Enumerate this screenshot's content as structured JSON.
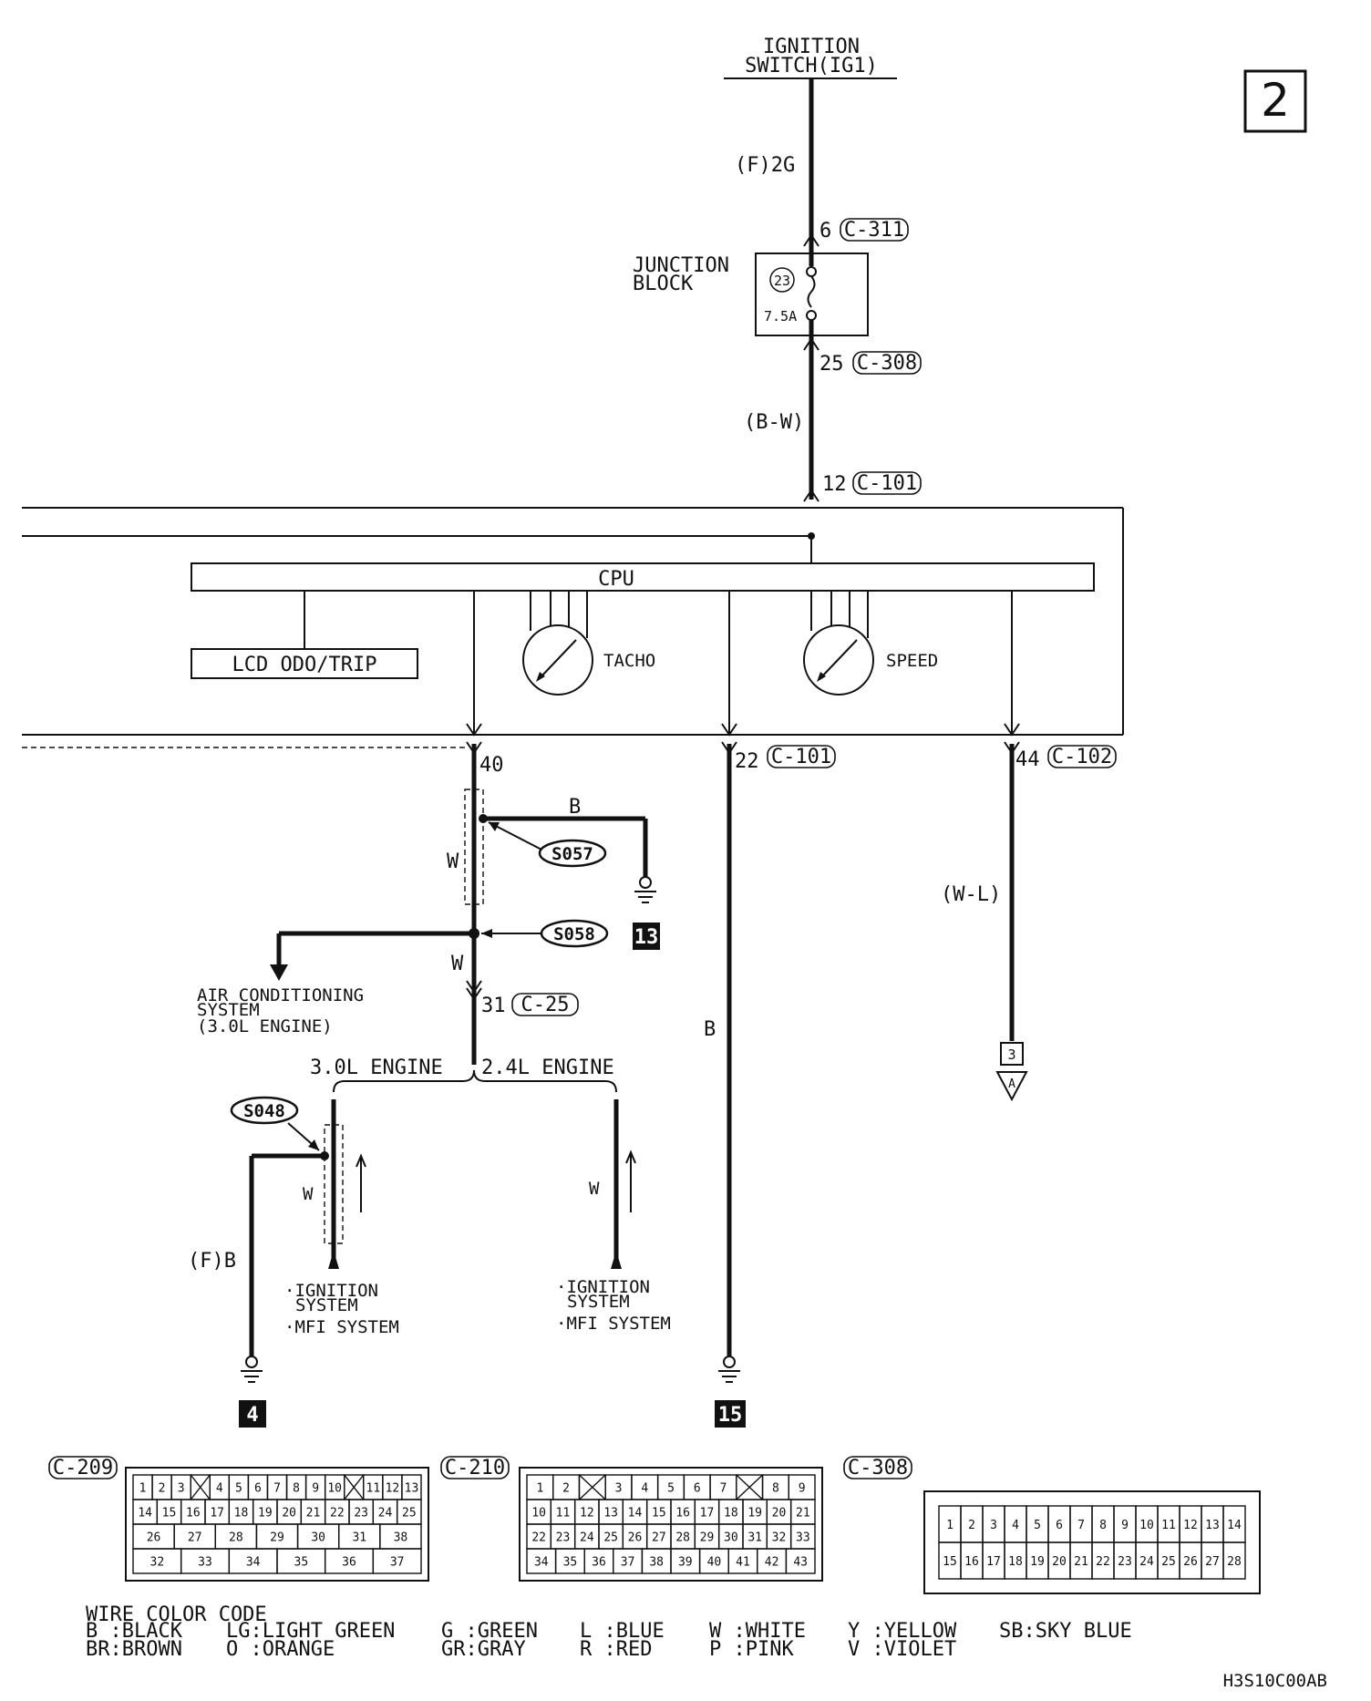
{
  "page_badge": "2",
  "diagram_code": "H3S10C00AB",
  "ignition": {
    "line1": "IGNITION",
    "line2": "SWITCH(IG1)"
  },
  "wire_f2g": "(F)2G",
  "c311": {
    "pin": "6",
    "connector": "C-311"
  },
  "junction": {
    "line1": "JUNCTION",
    "line2": "BLOCK",
    "fuse_no": "23",
    "fuse_rating": "7.5A"
  },
  "c308_top": {
    "pin": "25",
    "connector": "C-308"
  },
  "wire_bw": "(B-W)",
  "c101_top": {
    "pin": "12",
    "connector": "C-101"
  },
  "cpu": "CPU",
  "lcd": "LCD ODO/TRIP",
  "tacho": "TACHO",
  "speed": "SPEED",
  "pin40": "40",
  "c101_22": {
    "pin": "22",
    "connector": "C-101"
  },
  "c102_44": {
    "pin": "44",
    "connector": "C-102"
  },
  "wire_b": "B",
  "wire_w": "W",
  "wire_wl": "(W-L)",
  "wire_fb": "(F)B",
  "splice_s057": "S057",
  "splice_s058": "S058",
  "splice_s048": "S048",
  "ground_13": "13",
  "ground_4": "4",
  "ground_15": "15",
  "ac": {
    "line1": "AIR CONDITIONING",
    "line2": "SYSTEM",
    "line3": "(3.0L ENGINE)"
  },
  "c25": {
    "pin": "31",
    "connector": "C-25"
  },
  "engine_30": "3.0L ENGINE",
  "engine_24": "2.4L ENGINE",
  "ign_left": {
    "line1": "·IGNITION",
    "line2": "SYSTEM",
    "line3": "·MFI SYSTEM"
  },
  "ign_right": {
    "line1": "·IGNITION",
    "line2": "SYSTEM",
    "line3": "·MFI SYSTEM"
  },
  "ref_box": "3",
  "ref_triangle": "A",
  "connectors": {
    "c209": {
      "label": "C-209",
      "rows": [
        [
          "1",
          "2",
          "3",
          "X",
          "4",
          "5",
          "6",
          "7",
          "8",
          "9",
          "10",
          "X",
          "11",
          "12",
          "13"
        ],
        [
          "14",
          "15",
          "16",
          "17",
          "18",
          "19",
          "20",
          "21",
          "22",
          "23",
          "24",
          "25"
        ],
        [
          "26",
          "27",
          "28",
          "29",
          "30",
          "31",
          "38"
        ],
        [
          "32",
          "33",
          "34",
          "35",
          "36",
          "37"
        ]
      ]
    },
    "c210": {
      "label": "C-210",
      "rows": [
        [
          "1",
          "2",
          "X",
          "3",
          "4",
          "5",
          "6",
          "7",
          "X",
          "8",
          "9"
        ],
        [
          "10",
          "11",
          "12",
          "13",
          "14",
          "15",
          "16",
          "17",
          "18",
          "19",
          "20",
          "21"
        ],
        [
          "22",
          "23",
          "24",
          "25",
          "26",
          "27",
          "28",
          "29",
          "30",
          "31",
          "32",
          "33"
        ],
        [
          "34",
          "35",
          "36",
          "37",
          "38",
          "39",
          "40",
          "41",
          "42",
          "43"
        ]
      ]
    },
    "c308": {
      "label": "C-308",
      "rows": [
        [
          "1",
          "2",
          "3",
          "4",
          "5",
          "6",
          "7",
          "8",
          "9",
          "10",
          "11",
          "12",
          "13",
          "14"
        ],
        [
          "15",
          "16",
          "17",
          "18",
          "19",
          "20",
          "21",
          "22",
          "23",
          "24",
          "25",
          "26",
          "27",
          "28"
        ]
      ]
    }
  },
  "legend": {
    "title": "WIRE COLOR CODE",
    "entries": [
      "B :BLACK",
      "BR:BROWN",
      "LG:LIGHT GREEN",
      "O :ORANGE",
      "G :GREEN",
      "GR:GRAY",
      "L :BLUE",
      "R :RED",
      "W :WHITE",
      "P :PINK",
      "Y :YELLOW",
      "V :VIOLET",
      "SB:SKY BLUE"
    ]
  }
}
